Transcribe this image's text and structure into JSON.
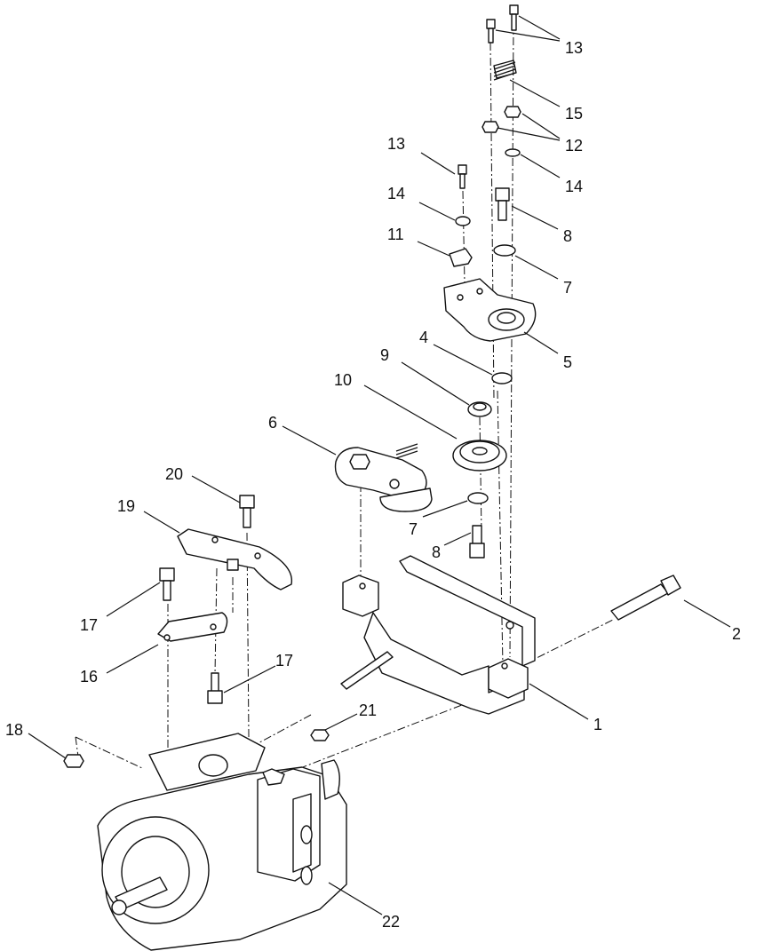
{
  "callouts": [
    {
      "id": "c13a",
      "text": "13"
    },
    {
      "id": "c15",
      "text": "15"
    },
    {
      "id": "c12",
      "text": "12"
    },
    {
      "id": "c14a",
      "text": "14"
    },
    {
      "id": "c13b",
      "text": "13"
    },
    {
      "id": "c14b",
      "text": "14"
    },
    {
      "id": "c8a",
      "text": "8"
    },
    {
      "id": "c11",
      "text": "11"
    },
    {
      "id": "c7a",
      "text": "7"
    },
    {
      "id": "c4",
      "text": "4"
    },
    {
      "id": "c5",
      "text": "5"
    },
    {
      "id": "c9",
      "text": "9"
    },
    {
      "id": "c10",
      "text": "10"
    },
    {
      "id": "c6",
      "text": "6"
    },
    {
      "id": "c20",
      "text": "20"
    },
    {
      "id": "c19",
      "text": "19"
    },
    {
      "id": "c7b",
      "text": "7"
    },
    {
      "id": "c8b",
      "text": "8"
    },
    {
      "id": "c17a",
      "text": "17"
    },
    {
      "id": "c2",
      "text": "2"
    },
    {
      "id": "c16",
      "text": "16"
    },
    {
      "id": "c17b",
      "text": "17"
    },
    {
      "id": "c21",
      "text": "21"
    },
    {
      "id": "c1",
      "text": "1"
    },
    {
      "id": "c18",
      "text": "18"
    },
    {
      "id": "c22",
      "text": "22"
    }
  ]
}
